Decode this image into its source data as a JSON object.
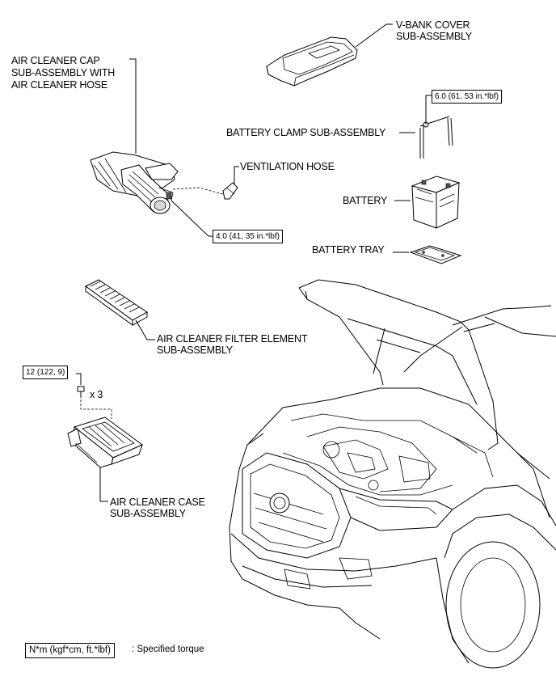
{
  "labels": {
    "v_bank_cover_1": "V-BANK COVER",
    "v_bank_cover_2": "SUB-ASSEMBLY",
    "air_cleaner_cap_1": "AIR CLEANER CAP",
    "air_cleaner_cap_2": "SUB-ASSEMBLY WITH",
    "air_cleaner_cap_3": "AIR CLEANER HOSE",
    "battery_clamp": "BATTERY CLAMP SUB-ASSEMBLY",
    "ventilation_hose": "VENTILATION HOSE",
    "battery": "BATTERY",
    "battery_tray": "BATTERY TRAY",
    "filter_element_1": "AIR CLEANER FILTER ELEMENT",
    "filter_element_2": "SUB-ASSEMBLY",
    "case_1": "AIR CLEANER CASE",
    "case_2": "SUB-ASSEMBLY",
    "bolt_qty": "x 3"
  },
  "torques": {
    "battery_clamp": "6.0 (61, 53 in.*lbf)",
    "hose_clamp": "4.0 (41, 35 in.*lbf)",
    "case_bolt": "12 (122, 9)"
  },
  "legend": {
    "unit_box": "N*m (kgf*cm, ft.*lbf)",
    "meaning": ": Specified torque"
  }
}
